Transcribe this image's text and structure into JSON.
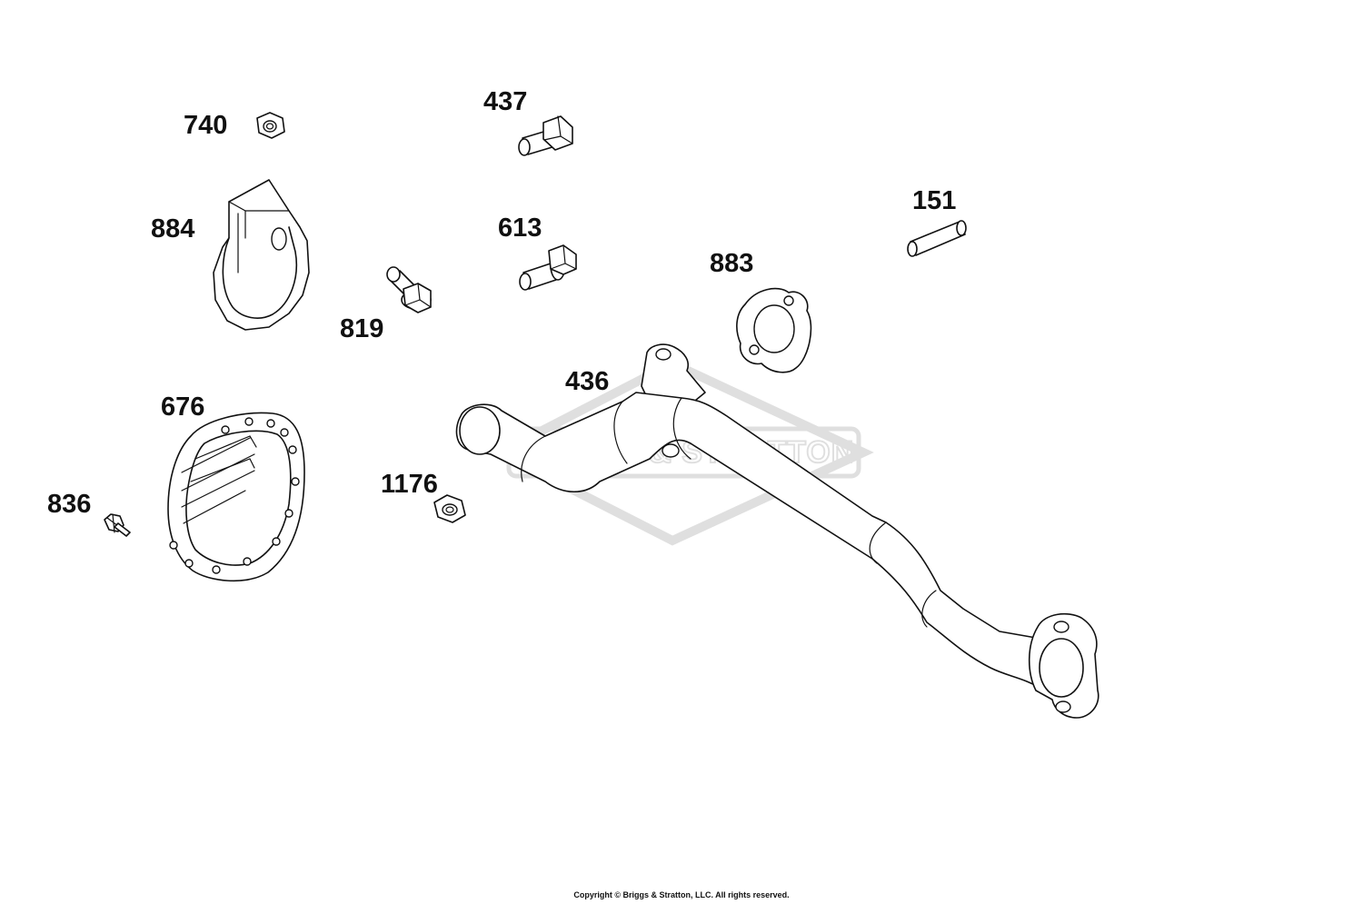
{
  "diagram": {
    "part_labels": [
      "740",
      "437",
      "884",
      "613",
      "151",
      "883",
      "819",
      "436",
      "676",
      "1176",
      "836"
    ],
    "watermark": "BRIGGS & STRATTON",
    "copyright": "Copyright © Briggs & Stratton, LLC. All rights reserved."
  }
}
